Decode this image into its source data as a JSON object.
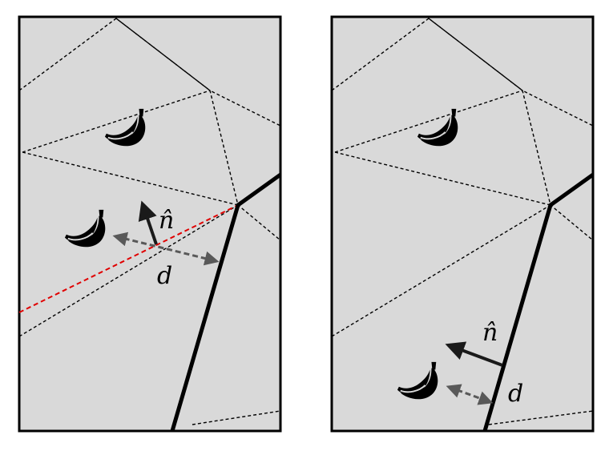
{
  "panels": [
    {
      "normal_label": "n̂",
      "distance_label": "d"
    },
    {
      "normal_label": "n̂",
      "distance_label": "d"
    }
  ],
  "icons": [
    "banana-icon"
  ],
  "colors": {
    "background": "#d9d9d9",
    "frame": "#000000",
    "wall": "#000000",
    "cell_edge": "#000000",
    "highlight_edge": "#e00000",
    "distance_arrow": "#595959",
    "normal_arrow": "#1a1a1a"
  }
}
